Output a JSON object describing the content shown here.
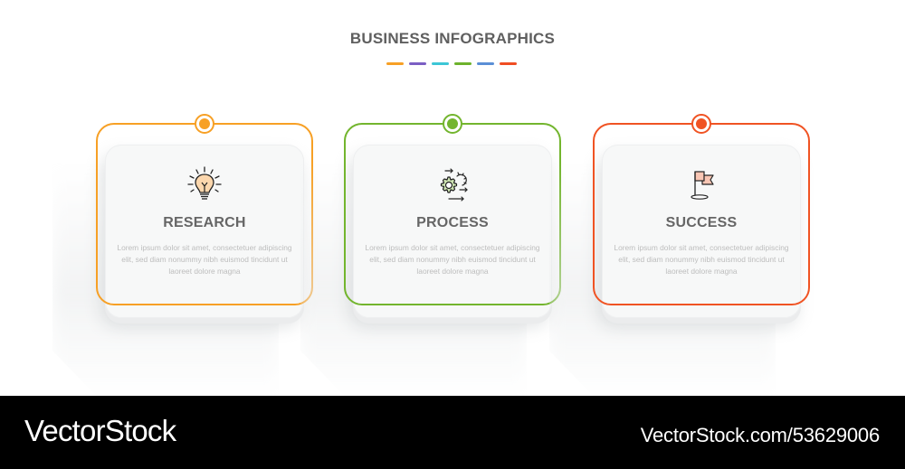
{
  "header": {
    "title": "BUSINESS INFOGRAPHICS",
    "dash_colors": [
      "#f7a025",
      "#7b5fc4",
      "#3cc6d6",
      "#6db22c",
      "#5b8fd6",
      "#f04e23"
    ]
  },
  "steps": [
    {
      "icon": "lightbulb-icon",
      "heading": "RESEARCH",
      "description": "Lorem ipsum dolor sit amet, consectetuer adipiscing elit, sed diam nonummy nibh euismod tincidunt ut laoreet dolore magna",
      "color": "#f7a025",
      "icon_fill": "#fcd7ad"
    },
    {
      "icon": "gears-process-icon",
      "heading": "PROCESS",
      "description": "Lorem ipsum dolor sit amet, consectetuer adipiscing elit, sed diam nonummy nibh euismod tincidunt ut laoreet dolore magna",
      "color": "#73b52e",
      "icon_fill": "#cfe5b3"
    },
    {
      "icon": "flag-icon",
      "heading": "SUCCESS",
      "description": "Lorem ipsum dolor sit amet, consectetuer adipiscing elit, sed diam nonummy nibh euismod tincidunt ut laoreet dolore magna",
      "color": "#f05323",
      "icon_fill": "#f9c6b4"
    }
  ],
  "footer": {
    "brand": "VectorStock",
    "url": "VectorStock.com/53629006"
  }
}
